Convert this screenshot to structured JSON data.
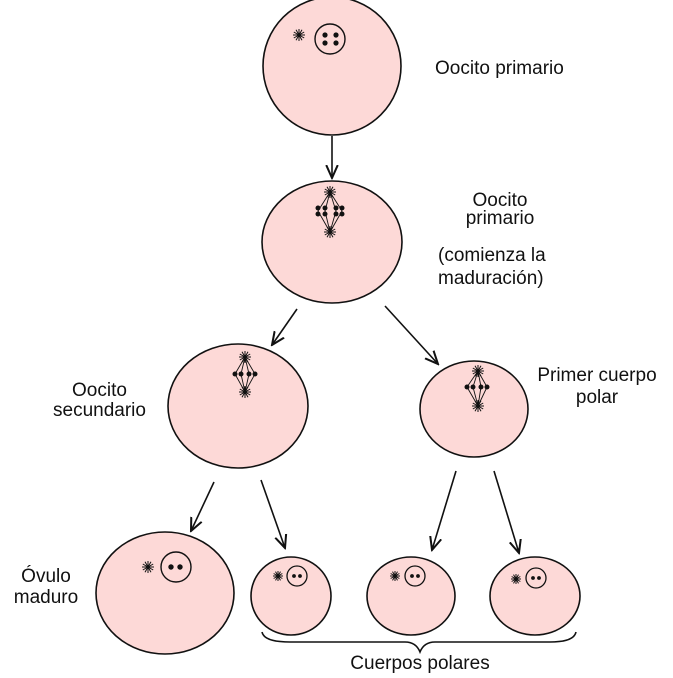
{
  "labels": {
    "primary_oocyte": "Oocito primario",
    "primary_oocyte_maturing_line1": "Oocito",
    "primary_oocyte_maturing_line2": "primario",
    "primary_oocyte_maturing_line3": "(comienza la",
    "primary_oocyte_maturing_line4": "maduración)",
    "secondary_oocyte_line1": "Oocito",
    "secondary_oocyte_line2": "secundario",
    "first_polar_body_line1": "Primer cuerpo",
    "first_polar_body_line2": "polar",
    "mature_ovum_line1": "Óvulo",
    "mature_ovum_line2": "maduro",
    "polar_bodies": "Cuerpos polares"
  },
  "colors": {
    "cell_fill": "#fdd9d7",
    "outline": "#111111"
  }
}
